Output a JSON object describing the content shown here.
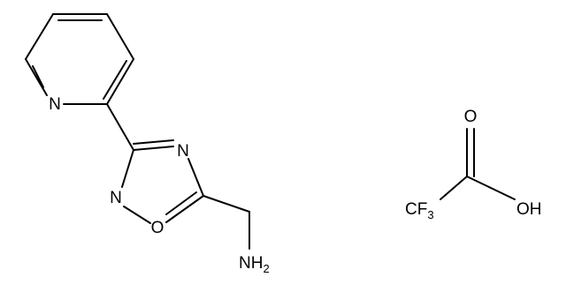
{
  "molecules": {
    "amine": {
      "atoms": {
        "pyridine_n": "N",
        "oxadiazole_n4": "N",
        "oxadiazole_n2": "N",
        "oxadiazole_o1": "O",
        "amine_n": "NH",
        "amine_sub": "2"
      }
    },
    "acid": {
      "atoms": {
        "carbonyl_o": "O",
        "hydroxyl": "OH",
        "cf3_main": "CF",
        "cf3_sub": "3"
      }
    }
  },
  "colors": {
    "bond": "#000000",
    "label": "#000000",
    "background": "#ffffff"
  }
}
